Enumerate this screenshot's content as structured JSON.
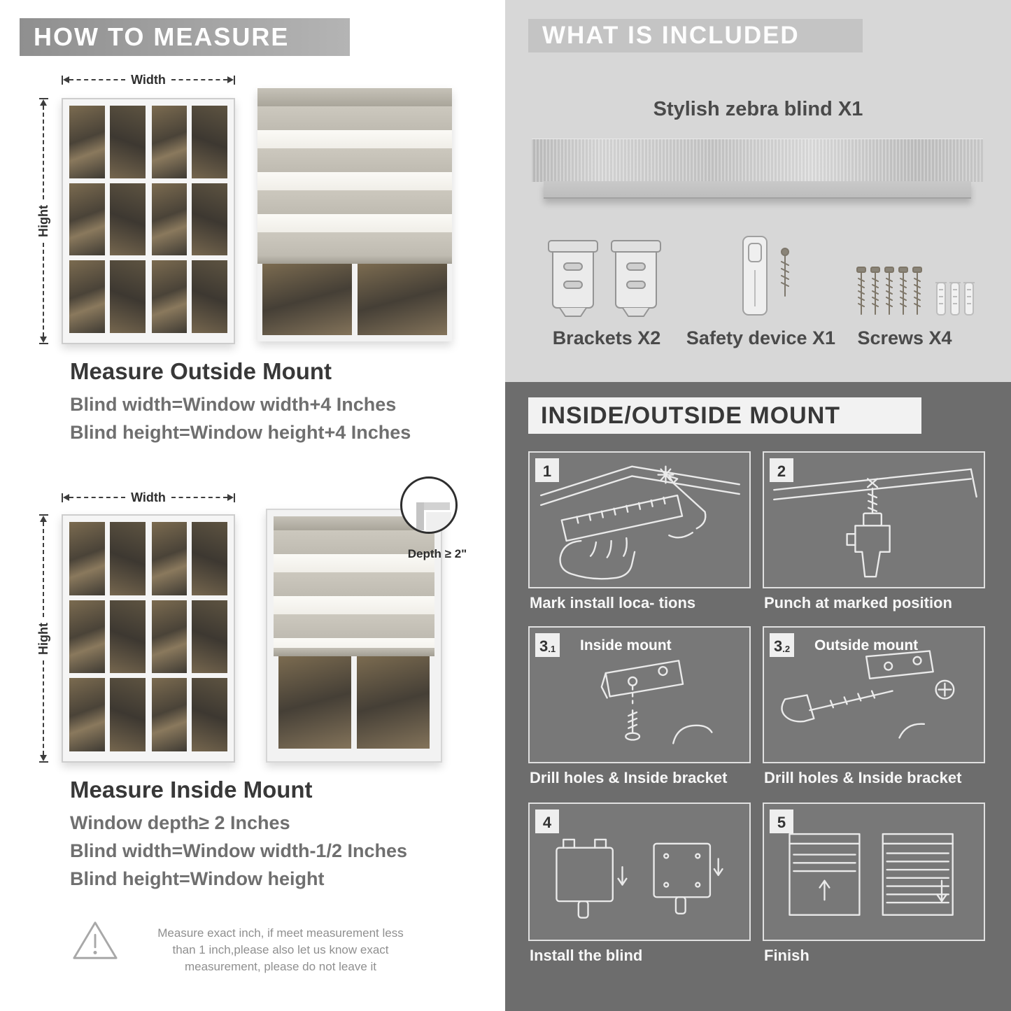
{
  "left": {
    "header": "HOW TO MEASURE",
    "labels": {
      "width": "Width",
      "height": "Hight"
    },
    "outside": {
      "title": "Measure Outside Mount",
      "lines": [
        "Blind width=Window width+4 Inches",
        "Blind height=Window height+4 Inches"
      ]
    },
    "inside": {
      "depth_callout": "Depth ≥ 2\"",
      "title": "Measure Inside Mount",
      "lines": [
        "Window depth≥ 2 Inches",
        "Blind width=Window width-1/2 Inches",
        "Blind height=Window height"
      ]
    },
    "warning": {
      "lines": [
        "Measure exact inch, if meet measurement less",
        "than 1 inch,please also let us know exact",
        "measurement, please do not leave it"
      ]
    }
  },
  "right": {
    "included": {
      "header": "WHAT IS INCLUDED",
      "product": "Stylish zebra blind X1",
      "items": [
        {
          "label": "Brackets X2"
        },
        {
          "label": "Safety device X1"
        },
        {
          "label": "Screws X4"
        }
      ]
    },
    "mount": {
      "header": "INSIDE/OUTSIDE MOUNT",
      "steps": [
        {
          "num": "1",
          "sub": "",
          "label": "",
          "caption": "Mark install loca- tions"
        },
        {
          "num": "2",
          "sub": "",
          "label": "",
          "caption": "Punch at  marked position"
        },
        {
          "num": "3",
          "sub": ".1",
          "label": "Inside mount",
          "caption": "Drill holes &  Inside bracket"
        },
        {
          "num": "3",
          "sub": ".2",
          "label": "Outside mount",
          "caption": "Drill holes &  Inside bracket"
        },
        {
          "num": "4",
          "sub": "",
          "label": "",
          "caption": "Install the blind"
        },
        {
          "num": "5",
          "sub": "",
          "label": "",
          "caption": "Finish"
        }
      ]
    }
  },
  "colors": {
    "light_panel": "#d7d7d7",
    "dark_panel": "#6d6d6d",
    "header_bar_left": "#9c9c9c",
    "header_bar_right": "#c4c4c4",
    "text_dark": "#383838",
    "text_gray": "#6f6f6f"
  }
}
